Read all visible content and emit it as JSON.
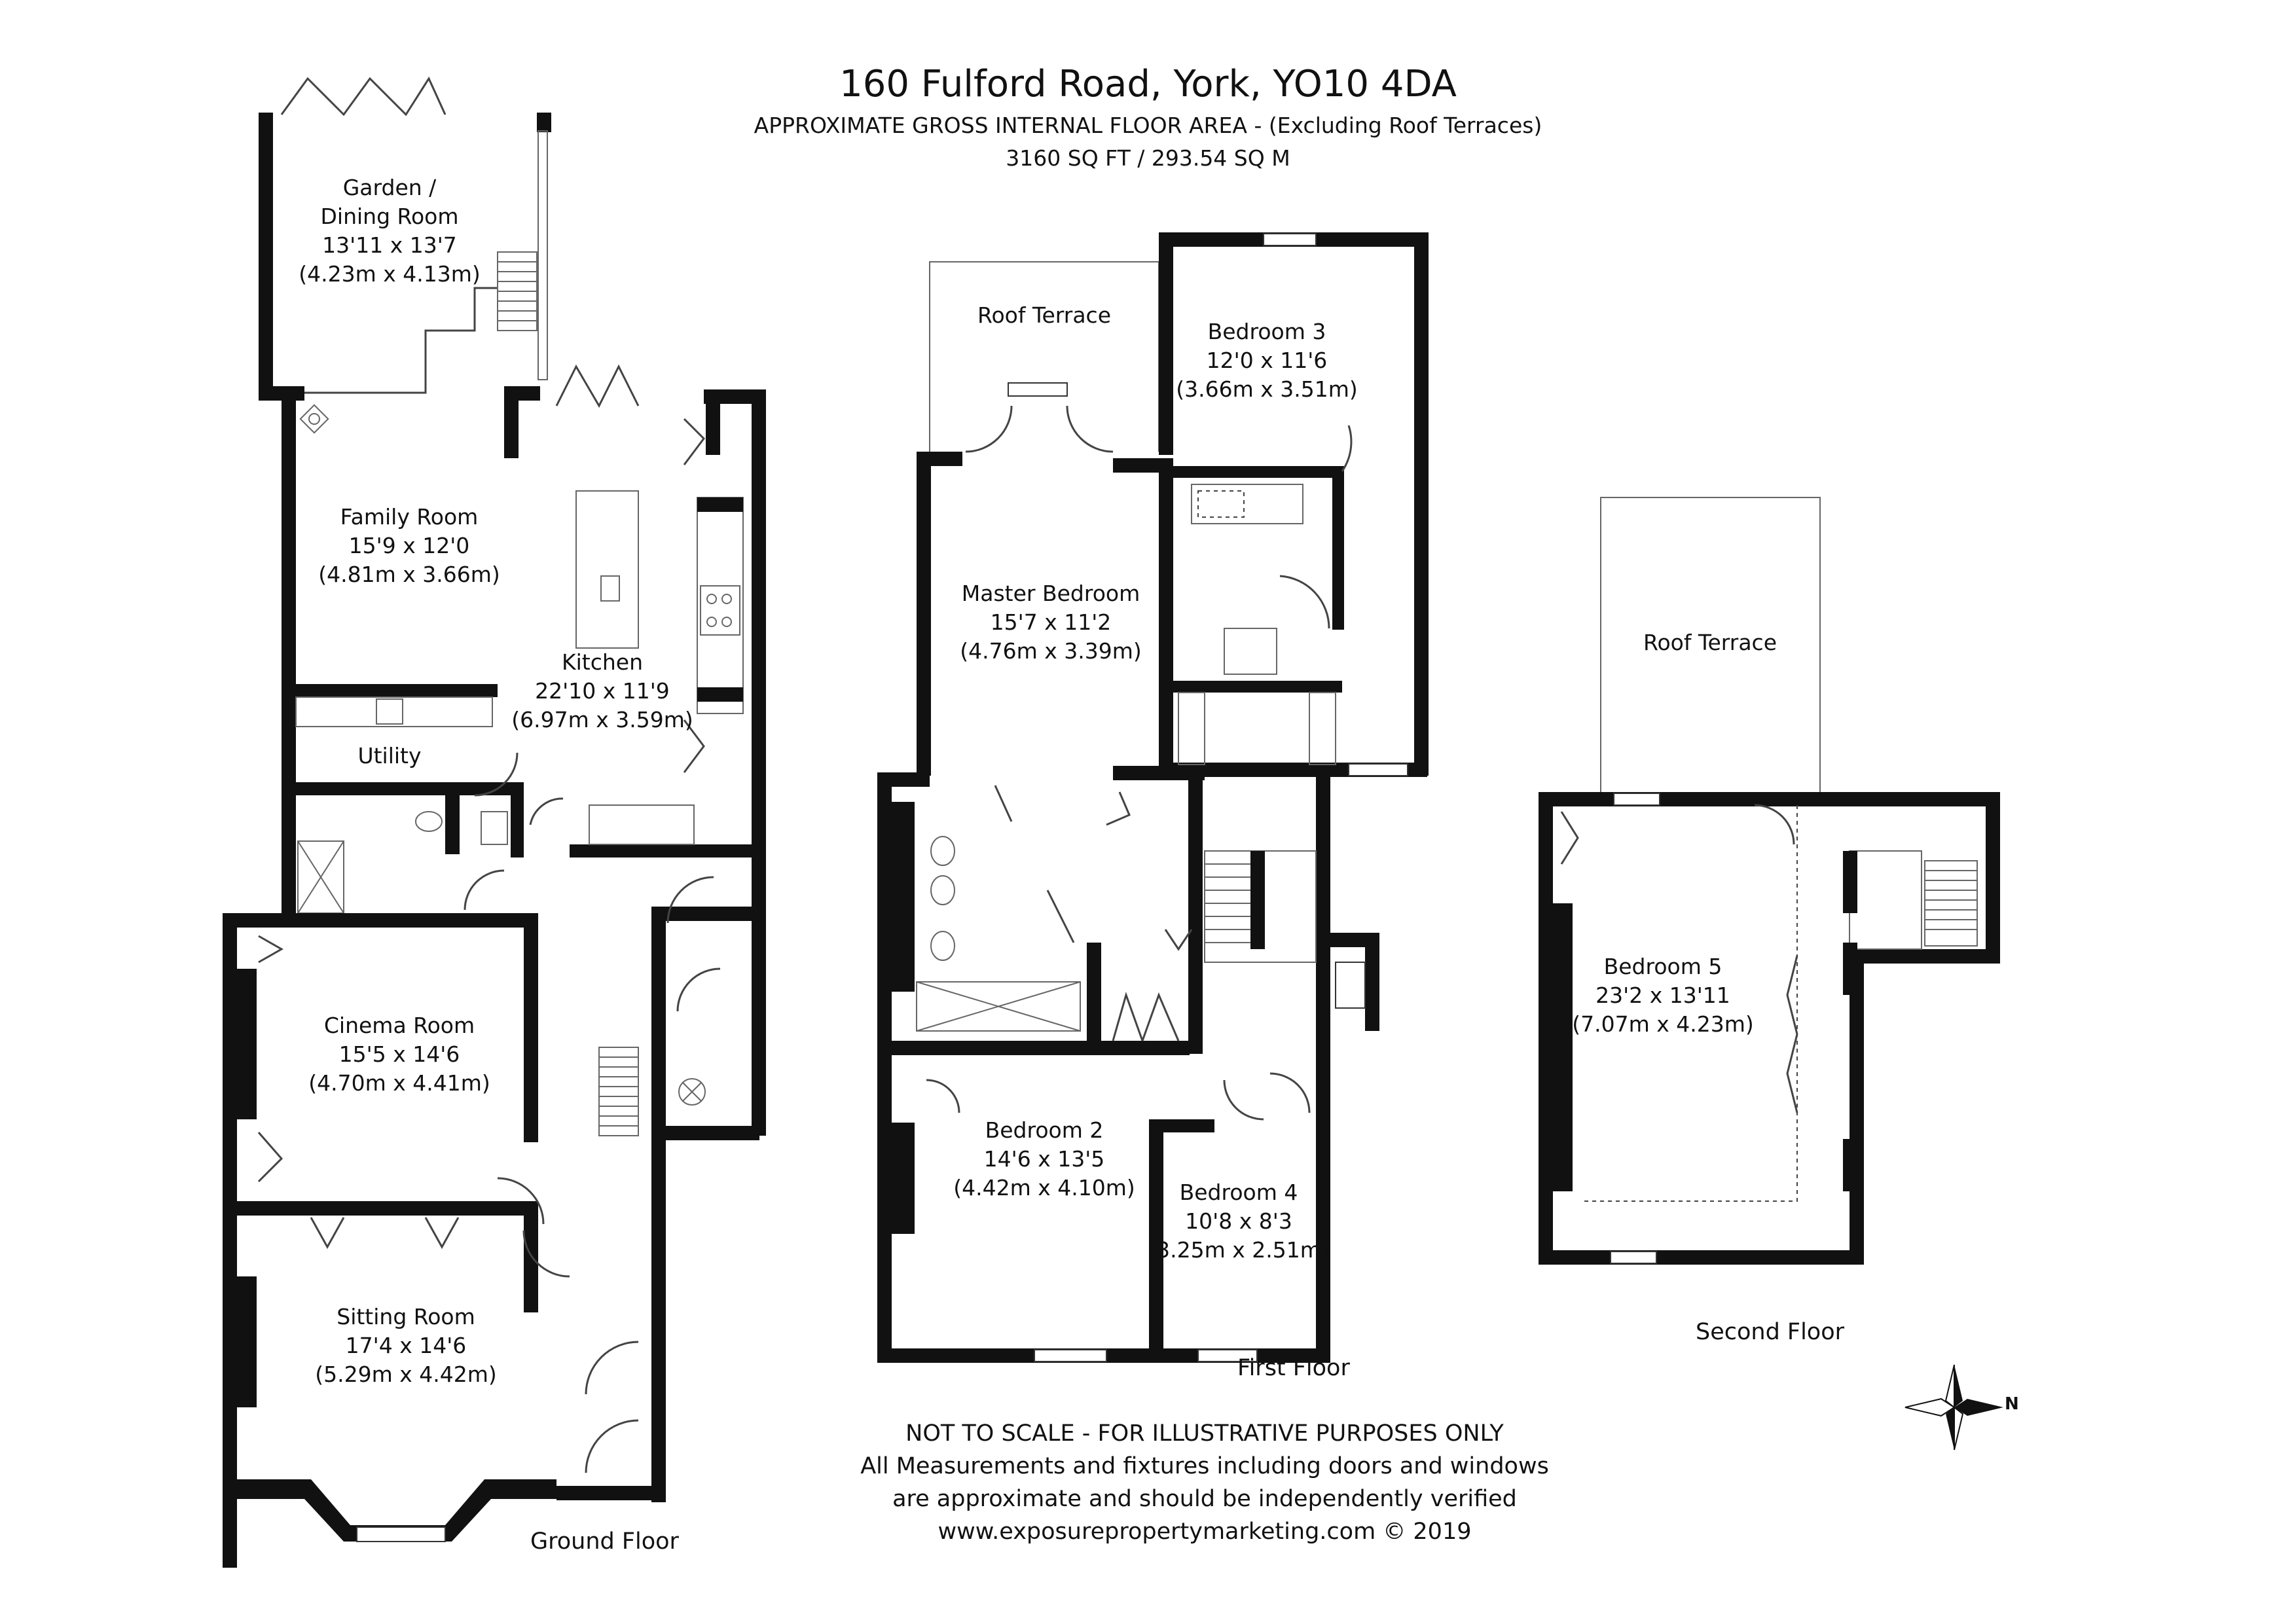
{
  "header": {
    "address": "160 Fulford Road, York, YO10 4DA",
    "area_heading": "APPROXIMATE GROSS INTERNAL FLOOR AREA - (Excluding Roof Terraces)",
    "area_total": "3160 SQ FT / 293.54 SQ M"
  },
  "ground_floor": {
    "label": "Ground Floor",
    "rooms": [
      {
        "name": "Garden /",
        "name2": "Dining Room",
        "imperial": "13'11 x 13'7",
        "metric": "(4.23m x 4.13m)"
      },
      {
        "name": "Family Room",
        "imperial": "15'9 x 12'0",
        "metric": "(4.81m x 3.66m)"
      },
      {
        "name": "Kitchen",
        "imperial": "22'10 x 11'9",
        "metric": "(6.97m x 3.59m)"
      },
      {
        "name": "Utility"
      },
      {
        "name": "Cinema Room",
        "imperial": "15'5 x 14'6",
        "metric": "(4.70m x 4.41m)"
      },
      {
        "name": "Sitting Room",
        "imperial": "17'4 x 14'6",
        "metric": "(5.29m x 4.42m)"
      }
    ]
  },
  "first_floor": {
    "label": "First Floor",
    "rooms": [
      {
        "name": "Roof Terrace"
      },
      {
        "name": "Bedroom 3",
        "imperial": "12'0 x 11'6",
        "metric": "(3.66m x 3.51m)"
      },
      {
        "name": "Master Bedroom",
        "imperial": "15'7 x 11'2",
        "metric": "(4.76m x 3.39m)"
      },
      {
        "name": "Bedroom 2",
        "imperial": "14'6 x 13'5",
        "metric": "(4.42m x 4.10m)"
      },
      {
        "name": "Bedroom 4",
        "imperial": "10'8 x 8'3",
        "metric": "(3.25m x 2.51m)"
      }
    ]
  },
  "second_floor": {
    "label": "Second Floor",
    "rooms": [
      {
        "name": "Roof Terrace"
      },
      {
        "name": "Bedroom 5",
        "imperial": "23'2 x 13'11",
        "metric": "(7.07m x 4.23m)"
      }
    ]
  },
  "footer": {
    "line1": "NOT TO SCALE - FOR ILLUSTRATIVE PURPOSES ONLY",
    "line2": "All Measurements and fixtures including doors and windows",
    "line3": "are approximate and should be independently verified",
    "line4": "www.exposurepropertymarketing.com © 2019"
  },
  "compass": {
    "north_label": "N"
  },
  "colors": {
    "wall": "#111111",
    "line": "#555555",
    "background": "#ffffff"
  }
}
